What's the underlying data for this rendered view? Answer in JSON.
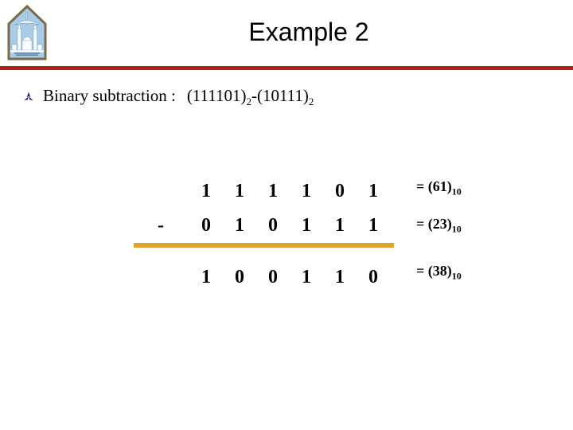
{
  "slide": {
    "title": "Example 2",
    "logo_alt": "university-crest",
    "divider_color": "#b22018",
    "rule_color": "#e0a32e",
    "background": "#ffffff"
  },
  "bullet": {
    "icon": "arrow-bullet-icon",
    "icon_color": "#1f1f6e",
    "label": "Binary subtraction :",
    "expression_open_1": "(111101)",
    "expression_sub_1": "2",
    "expression_operator": "-",
    "expression_open_2": "(10111)",
    "expression_sub_2": "2"
  },
  "computation": {
    "rows": [
      {
        "operator": "",
        "digits": [
          "1",
          "1",
          "1",
          "1",
          "0",
          "1"
        ],
        "result_prefix": "= (",
        "result_value": "61",
        "result_close": ")",
        "result_sub": "10"
      },
      {
        "operator": "-",
        "digits": [
          "0",
          "1",
          "0",
          "1",
          "1",
          "1"
        ],
        "result_prefix": "= (",
        "result_value": "23",
        "result_close": ")",
        "result_sub": "10"
      },
      {
        "operator": "",
        "digits": [
          "1",
          "0",
          "0",
          "1",
          "1",
          "0"
        ],
        "result_prefix": "= (",
        "result_value": "38",
        "result_close": ")",
        "result_sub": "10"
      }
    ]
  }
}
